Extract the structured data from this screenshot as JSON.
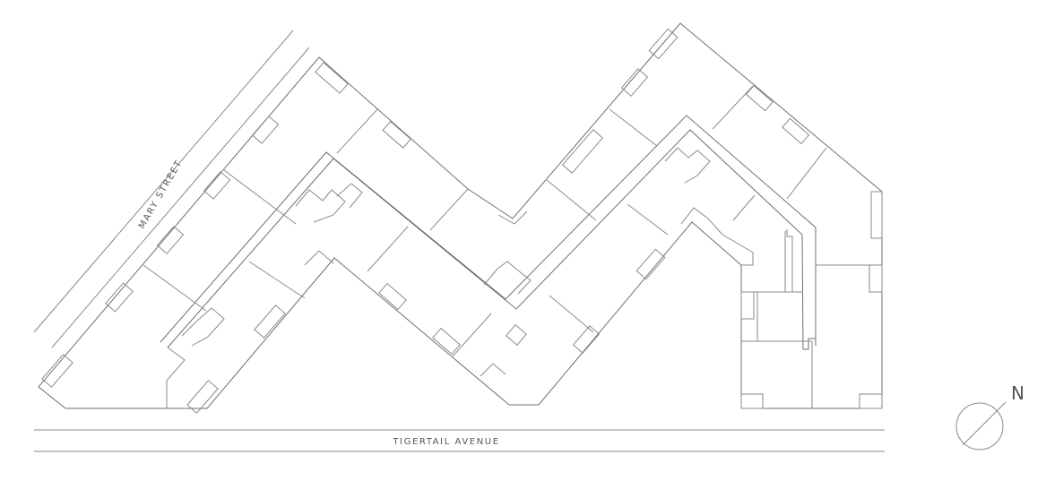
{
  "streets": {
    "mary_street": "MARY STREET",
    "tigertail_avenue": "TIGERTAIL AVENUE"
  },
  "north_arrow": {
    "label": "N",
    "icon": "north-arrow-icon"
  },
  "colors": {
    "line": "#6f6f6f",
    "text": "#555555",
    "background": "#ffffff"
  }
}
